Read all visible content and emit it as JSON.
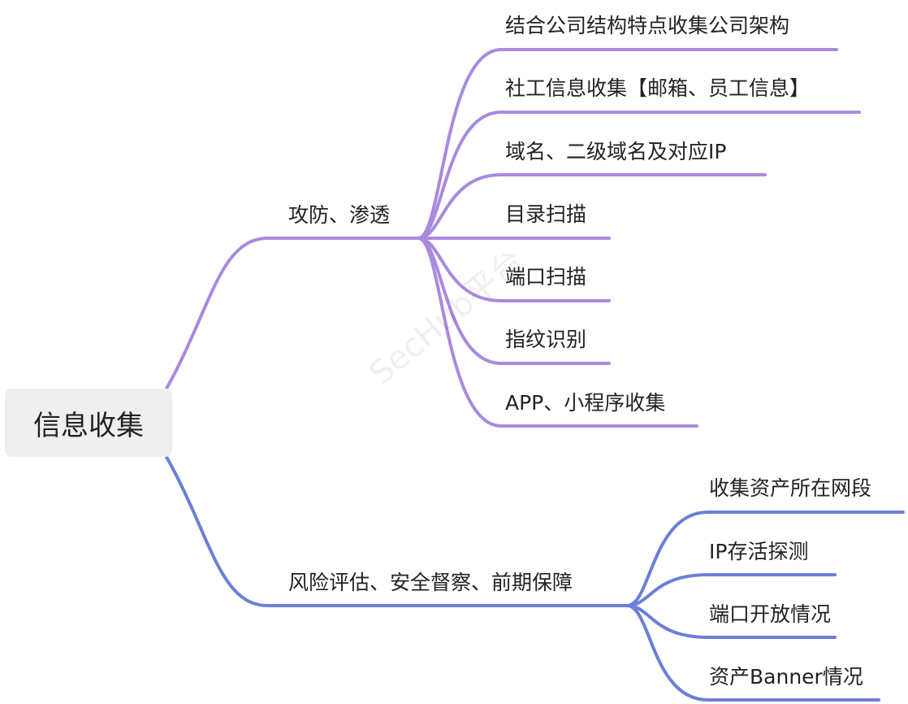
{
  "colors": {
    "branch1": "#a98ade",
    "branch2": "#6c7fd6",
    "root_bg": "#efefef"
  },
  "root": {
    "label": "信息收集"
  },
  "branches": [
    {
      "label": "攻防、渗透",
      "children": [
        "结合公司结构特点收集公司架构",
        "社工信息收集【邮箱、员工信息】",
        "域名、二级域名及对应IP",
        "目录扫描",
        "端口扫描",
        "指纹识别",
        "APP、小程序收集"
      ]
    },
    {
      "label": "风险评估、安全督察、前期保障",
      "children": [
        "收集资产所在网段",
        "IP存活探测",
        "端口开放情况",
        "资产Banner情况"
      ]
    }
  ],
  "watermark": "SecHub平台"
}
